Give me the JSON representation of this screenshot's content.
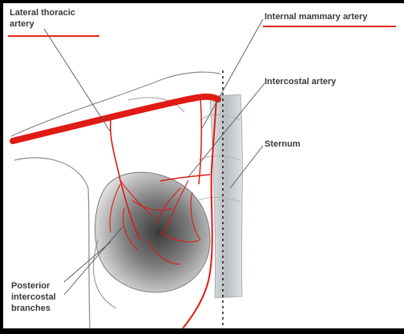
{
  "diagram": {
    "labels": {
      "lateral_thoracic": "Lateral thoracic\nartery",
      "internal_mammary": "Internal mammary artery",
      "intercostal": "Intercostal artery",
      "sternum": "Sternum",
      "posterior_intercostal": "Posterior\nintercostal\nbranches"
    },
    "colors": {
      "artery": "#e01a14",
      "underline": "#e22619",
      "text": "#3a3a3a",
      "leader": "#555555",
      "outline": "#8a8a8a",
      "sternum": "#cfd2d4"
    }
  }
}
